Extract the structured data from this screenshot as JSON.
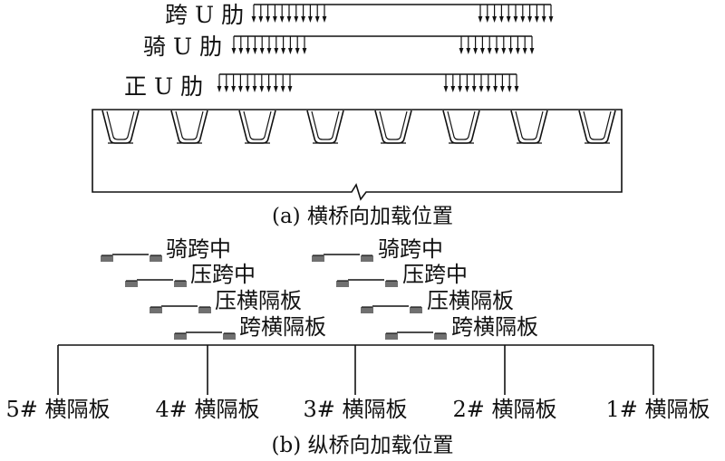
{
  "panel_a": {
    "load_rows": [
      {
        "label": "跨 U 肋"
      },
      {
        "label": "骑 U 肋"
      },
      {
        "label": "正 U 肋"
      }
    ],
    "caption": "(a) 横桥向加载位置"
  },
  "panel_b": {
    "truck_left": [
      "骑跨中",
      "压跨中",
      "压横隔板",
      "跨横隔板"
    ],
    "truck_right": [
      "骑跨中",
      "压跨中",
      "压横隔板",
      "跨横隔板"
    ],
    "diaphragms": [
      "5# 横隔板",
      "4# 横隔板",
      "3# 横隔板",
      "2# 横隔板",
      "1# 横隔板"
    ],
    "caption": "(b) 纵桥向加载位置"
  }
}
